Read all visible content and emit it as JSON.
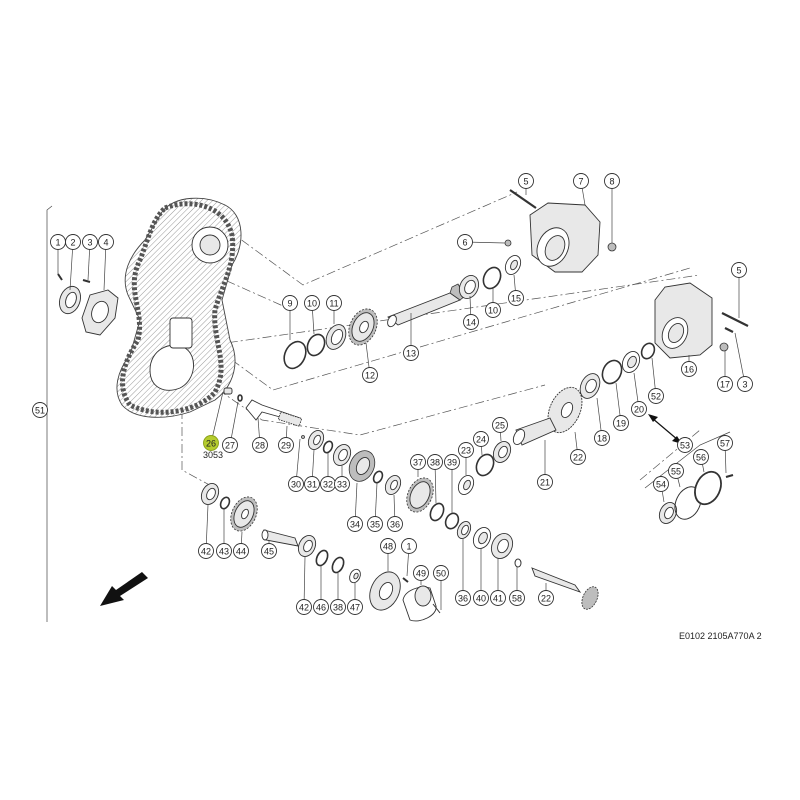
{
  "diagram": {
    "title": "Exploded parts diagram - gearbox housing",
    "sheet_id": "E0102 2105A770A 2",
    "highlight_color": "#b5cc2e",
    "highlighted_part": {
      "number": "26",
      "ref_code": "3053"
    },
    "direction_arrow": "arrow-down-left-icon",
    "group_label": "51",
    "callouts": [
      {
        "id": "c1a",
        "label": "1"
      },
      {
        "id": "c2",
        "label": "2"
      },
      {
        "id": "c3a",
        "label": "3"
      },
      {
        "id": "c4",
        "label": "4"
      },
      {
        "id": "c5a",
        "label": "5"
      },
      {
        "id": "c6",
        "label": "6"
      },
      {
        "id": "c7",
        "label": "7"
      },
      {
        "id": "c8",
        "label": "8"
      },
      {
        "id": "c9",
        "label": "9"
      },
      {
        "id": "c10a",
        "label": "10"
      },
      {
        "id": "c11",
        "label": "11"
      },
      {
        "id": "c12",
        "label": "12"
      },
      {
        "id": "c13",
        "label": "13"
      },
      {
        "id": "c14",
        "label": "14"
      },
      {
        "id": "c10b",
        "label": "10"
      },
      {
        "id": "c15",
        "label": "15"
      },
      {
        "id": "c5b",
        "label": "5"
      },
      {
        "id": "c16",
        "label": "16"
      },
      {
        "id": "c17",
        "label": "17"
      },
      {
        "id": "c3b",
        "label": "3"
      },
      {
        "id": "c52",
        "label": "52"
      },
      {
        "id": "c20",
        "label": "20"
      },
      {
        "id": "c19",
        "label": "19"
      },
      {
        "id": "c18",
        "label": "18"
      },
      {
        "id": "c22a",
        "label": "22"
      },
      {
        "id": "c21",
        "label": "21"
      },
      {
        "id": "c25",
        "label": "25"
      },
      {
        "id": "c24",
        "label": "24"
      },
      {
        "id": "c23",
        "label": "23"
      },
      {
        "id": "c53",
        "label": "53"
      },
      {
        "id": "c57",
        "label": "57"
      },
      {
        "id": "c56",
        "label": "56"
      },
      {
        "id": "c55",
        "label": "55"
      },
      {
        "id": "c54",
        "label": "54"
      },
      {
        "id": "c51",
        "label": "51"
      },
      {
        "id": "c26",
        "label": "26"
      },
      {
        "id": "c27",
        "label": "27"
      },
      {
        "id": "c28",
        "label": "28"
      },
      {
        "id": "c29",
        "label": "29"
      },
      {
        "id": "c30",
        "label": "30"
      },
      {
        "id": "c31",
        "label": "31"
      },
      {
        "id": "c32",
        "label": "32"
      },
      {
        "id": "c33",
        "label": "33"
      },
      {
        "id": "c34",
        "label": "34"
      },
      {
        "id": "c35",
        "label": "35"
      },
      {
        "id": "c36a",
        "label": "36"
      },
      {
        "id": "c37",
        "label": "37"
      },
      {
        "id": "c38a",
        "label": "38"
      },
      {
        "id": "c39",
        "label": "39"
      },
      {
        "id": "c42a",
        "label": "42"
      },
      {
        "id": "c43",
        "label": "43"
      },
      {
        "id": "c44",
        "label": "44"
      },
      {
        "id": "c45",
        "label": "45"
      },
      {
        "id": "c42b",
        "label": "42"
      },
      {
        "id": "c46",
        "label": "46"
      },
      {
        "id": "c38b",
        "label": "38"
      },
      {
        "id": "c47",
        "label": "47"
      },
      {
        "id": "c48",
        "label": "48"
      },
      {
        "id": "c1b",
        "label": "1"
      },
      {
        "id": "c49",
        "label": "49"
      },
      {
        "id": "c50",
        "label": "50"
      },
      {
        "id": "c36b",
        "label": "36"
      },
      {
        "id": "c40",
        "label": "40"
      },
      {
        "id": "c41",
        "label": "41"
      },
      {
        "id": "c58",
        "label": "58"
      },
      {
        "id": "c22b",
        "label": "22"
      }
    ]
  }
}
